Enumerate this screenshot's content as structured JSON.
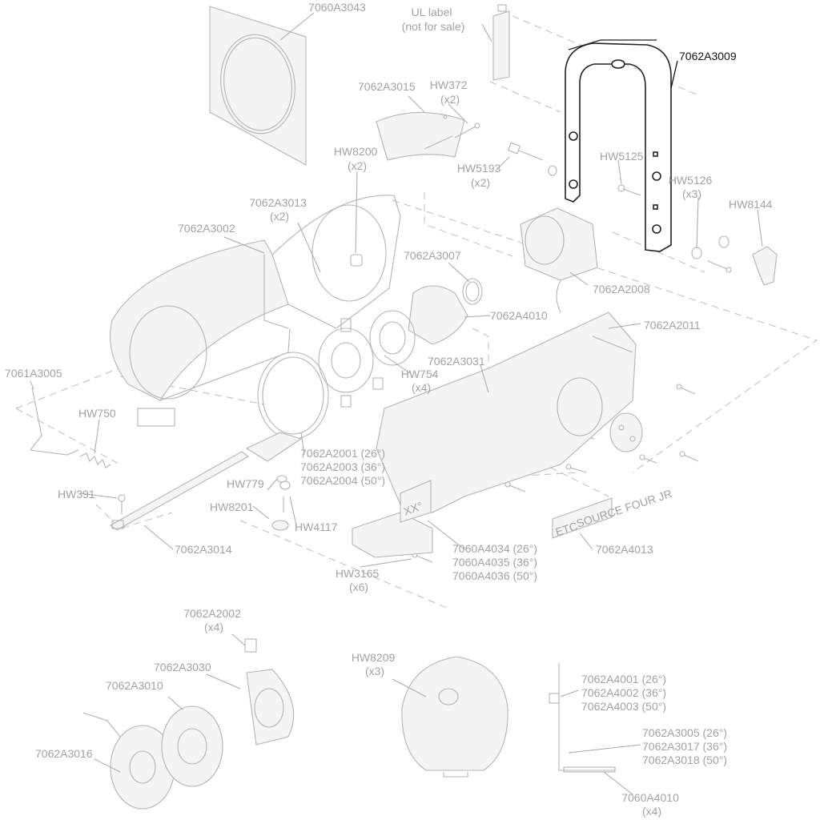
{
  "diagram": {
    "highlighted_part": "7062A3009",
    "colors": {
      "label": "#a2a2a2",
      "highlight": "#111111",
      "part_line": "#b4b4b4"
    },
    "labels": {
      "p7060A3043": [
        "7060A3043"
      ],
      "ul_label": [
        "UL label",
        "(not for sale)"
      ],
      "p7062A3009": [
        "7062A3009"
      ],
      "p7062A3015": [
        "7062A3015"
      ],
      "hw372": [
        "HW372",
        "(x2)"
      ],
      "hw8200": [
        "HW8200",
        "(x2)"
      ],
      "hw5193": [
        "HW5193",
        "(x2)"
      ],
      "hw5125": [
        "HW5125"
      ],
      "hw5126": [
        "HW5126",
        "(x3)"
      ],
      "hw8144": [
        "HW8144"
      ],
      "p7062A3013": [
        "7062A3013",
        "(x2)"
      ],
      "p7062A3002": [
        "7062A3002"
      ],
      "p7062A3007": [
        "7062A3007"
      ],
      "p7062A2008": [
        "7062A2008"
      ],
      "p7062A4010": [
        "7062A4010"
      ],
      "p7062A2011": [
        "7062A2011"
      ],
      "p7062A3031": [
        "7062A3031"
      ],
      "hw754": [
        "HW754",
        "(x4)"
      ],
      "p7061A3005": [
        "7061A3005"
      ],
      "hw750": [
        "HW750"
      ],
      "p7062A2001": [
        "7062A2001 (26°)",
        "7062A2003 (36°)",
        "7062A2004 (50°)"
      ],
      "hw779": [
        "HW779"
      ],
      "hw391": [
        "HW391"
      ],
      "hw8201": [
        "HW8201"
      ],
      "hw4117": [
        "HW4117"
      ],
      "p7062A3014": [
        "7062A3014"
      ],
      "p7060A4034": [
        "7060A4034 (26°)",
        "7060A4035 (36°)",
        "7060A4036 (50°)"
      ],
      "p7062A4013": [
        "7062A4013"
      ],
      "hw3165": [
        "HW3165",
        "(x6)"
      ],
      "p7062A2002": [
        "7062A2002",
        "(x4)"
      ],
      "p7062A3030": [
        "7062A3030"
      ],
      "p7062A3010": [
        "7062A3010"
      ],
      "p7062A3016": [
        "7062A3016"
      ],
      "hw8209": [
        "HW8209",
        "(x3)"
      ],
      "p7062A4001": [
        "7062A4001 (26°)",
        "7062A4002 (36°)",
        "7062A4003 (50°)"
      ],
      "p7062A3005": [
        "7062A3005 (26°)",
        "7062A3017 (36°)",
        "7062A3018 (50°)"
      ],
      "p7060A4010": [
        "7060A4010",
        "(x4)"
      ]
    },
    "part_markings": {
      "etc_logo": "ETC",
      "etc_product": "SOURCE FOUR JR",
      "lens_tube_marking": "XX°"
    }
  }
}
